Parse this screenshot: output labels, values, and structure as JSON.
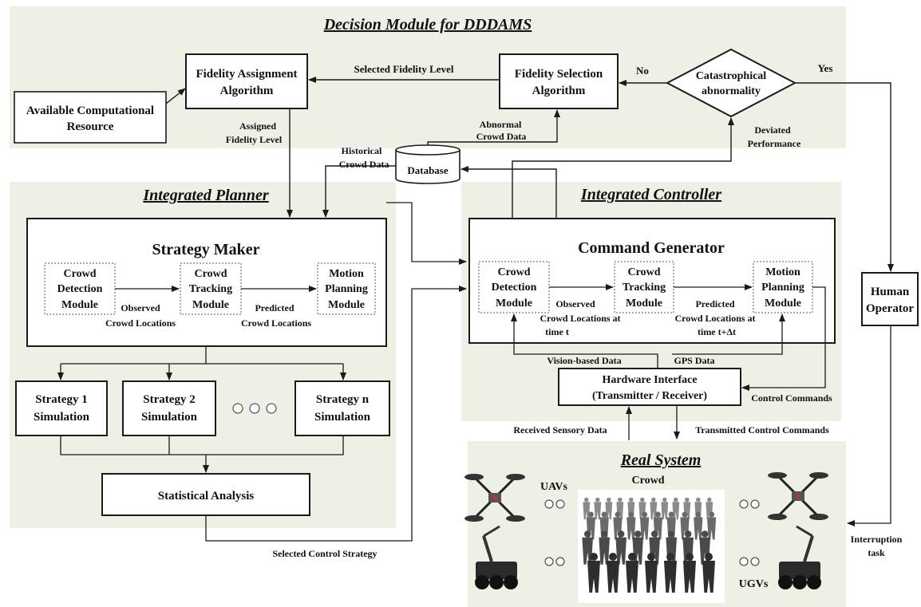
{
  "colors": {
    "panel": "#eef0e6",
    "line": "#1a1a1a",
    "box": "#ffffff",
    "dashed": "#555555"
  },
  "decision": {
    "title": "Decision Module for DDDAMS",
    "available_resource": [
      "Available Computational",
      "Resource"
    ],
    "fidelity_assignment": [
      "Fidelity Assignment",
      "Algorithm"
    ],
    "fidelity_selection": [
      "Fidelity Selection",
      "Algorithm"
    ],
    "catastrophical": [
      "Catastrophical",
      "abnormality"
    ],
    "selected_fidelity_label": "Selected Fidelity Level",
    "no_label": "No",
    "yes_label": "Yes",
    "assigned_label": [
      "Assigned",
      "Fidelity Level"
    ],
    "abnormal_label": [
      "Abnormal",
      "Crowd Data"
    ],
    "deviated_label": [
      "Deviated",
      "Performance"
    ],
    "historical_label": [
      "Historical",
      "Crowd  Data"
    ],
    "database_label": "Database"
  },
  "planner": {
    "title": "Integrated Planner",
    "strategy_maker": "Strategy Maker",
    "detection": [
      "Crowd",
      "Detection",
      "Module"
    ],
    "tracking": [
      "Crowd",
      "Tracking",
      "Module"
    ],
    "motion": [
      "Motion",
      "Planning",
      "Module"
    ],
    "observed": [
      "Observed",
      "Crowd Locations"
    ],
    "predicted": [
      "Predicted",
      "Crowd Locations"
    ],
    "strategy1": [
      "Strategy 1",
      "Simulation"
    ],
    "strategy2": [
      "Strategy 2",
      "Simulation"
    ],
    "strategyn": [
      "Strategy n",
      "Simulation"
    ],
    "statistical": "Statistical Analysis",
    "selected_control": "Selected Control Strategy"
  },
  "controller": {
    "title": "Integrated Controller",
    "command_generator": "Command Generator",
    "detection": [
      "Crowd",
      "Detection",
      "Module"
    ],
    "tracking": [
      "Crowd",
      "Tracking",
      "Module"
    ],
    "motion": [
      "Motion",
      "Planning",
      "Module"
    ],
    "observed": [
      "Observed",
      "Crowd Locations at",
      "time t"
    ],
    "predicted": [
      "Predicted",
      "Crowd Locations at",
      "time t+Δt"
    ],
    "vision": "Vision-based Data",
    "gps": "GPS Data",
    "hardware": [
      "Hardware Interface",
      "(Transmitter / Receiver)"
    ],
    "control_commands": "Control Commands",
    "received": "Received Sensory Data",
    "transmitted": "Transmitted Control Commands"
  },
  "operator": {
    "human": [
      "Human",
      "Operator"
    ],
    "interruption": [
      "Interruption",
      "task"
    ]
  },
  "real_system": {
    "title": "Real System",
    "uavs": "UAVs",
    "crowd": "Crowd",
    "ugvs": "UGVs"
  }
}
